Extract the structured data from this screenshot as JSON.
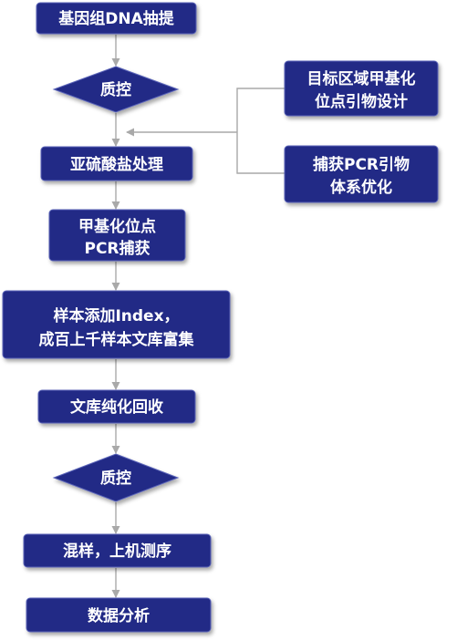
{
  "nodes": {
    "extract": "基因组DNA抽提",
    "qc1": "质控",
    "bisulfite": "亚硫酸盐处理",
    "pcr_capture_line1": "甲基化位点",
    "pcr_capture_line2": "PCR捕获",
    "index_line1": "样本添加Index，",
    "index_line2": "成百上千样本文库富集",
    "purify": "文库纯化回收",
    "qc2": "质控",
    "mix_seq": "混样，上机测序",
    "analysis": "数据分析"
  },
  "side_nodes": {
    "primer_design_line1": "目标区域甲基化",
    "primer_design_line2": "位点引物设计",
    "optimize_line1": "捕获PCR引物",
    "optimize_line2": "体系优化"
  },
  "colors": {
    "node_fill": "#222a86",
    "node_text": "#ffffff",
    "connector": "#a9a9a9"
  }
}
